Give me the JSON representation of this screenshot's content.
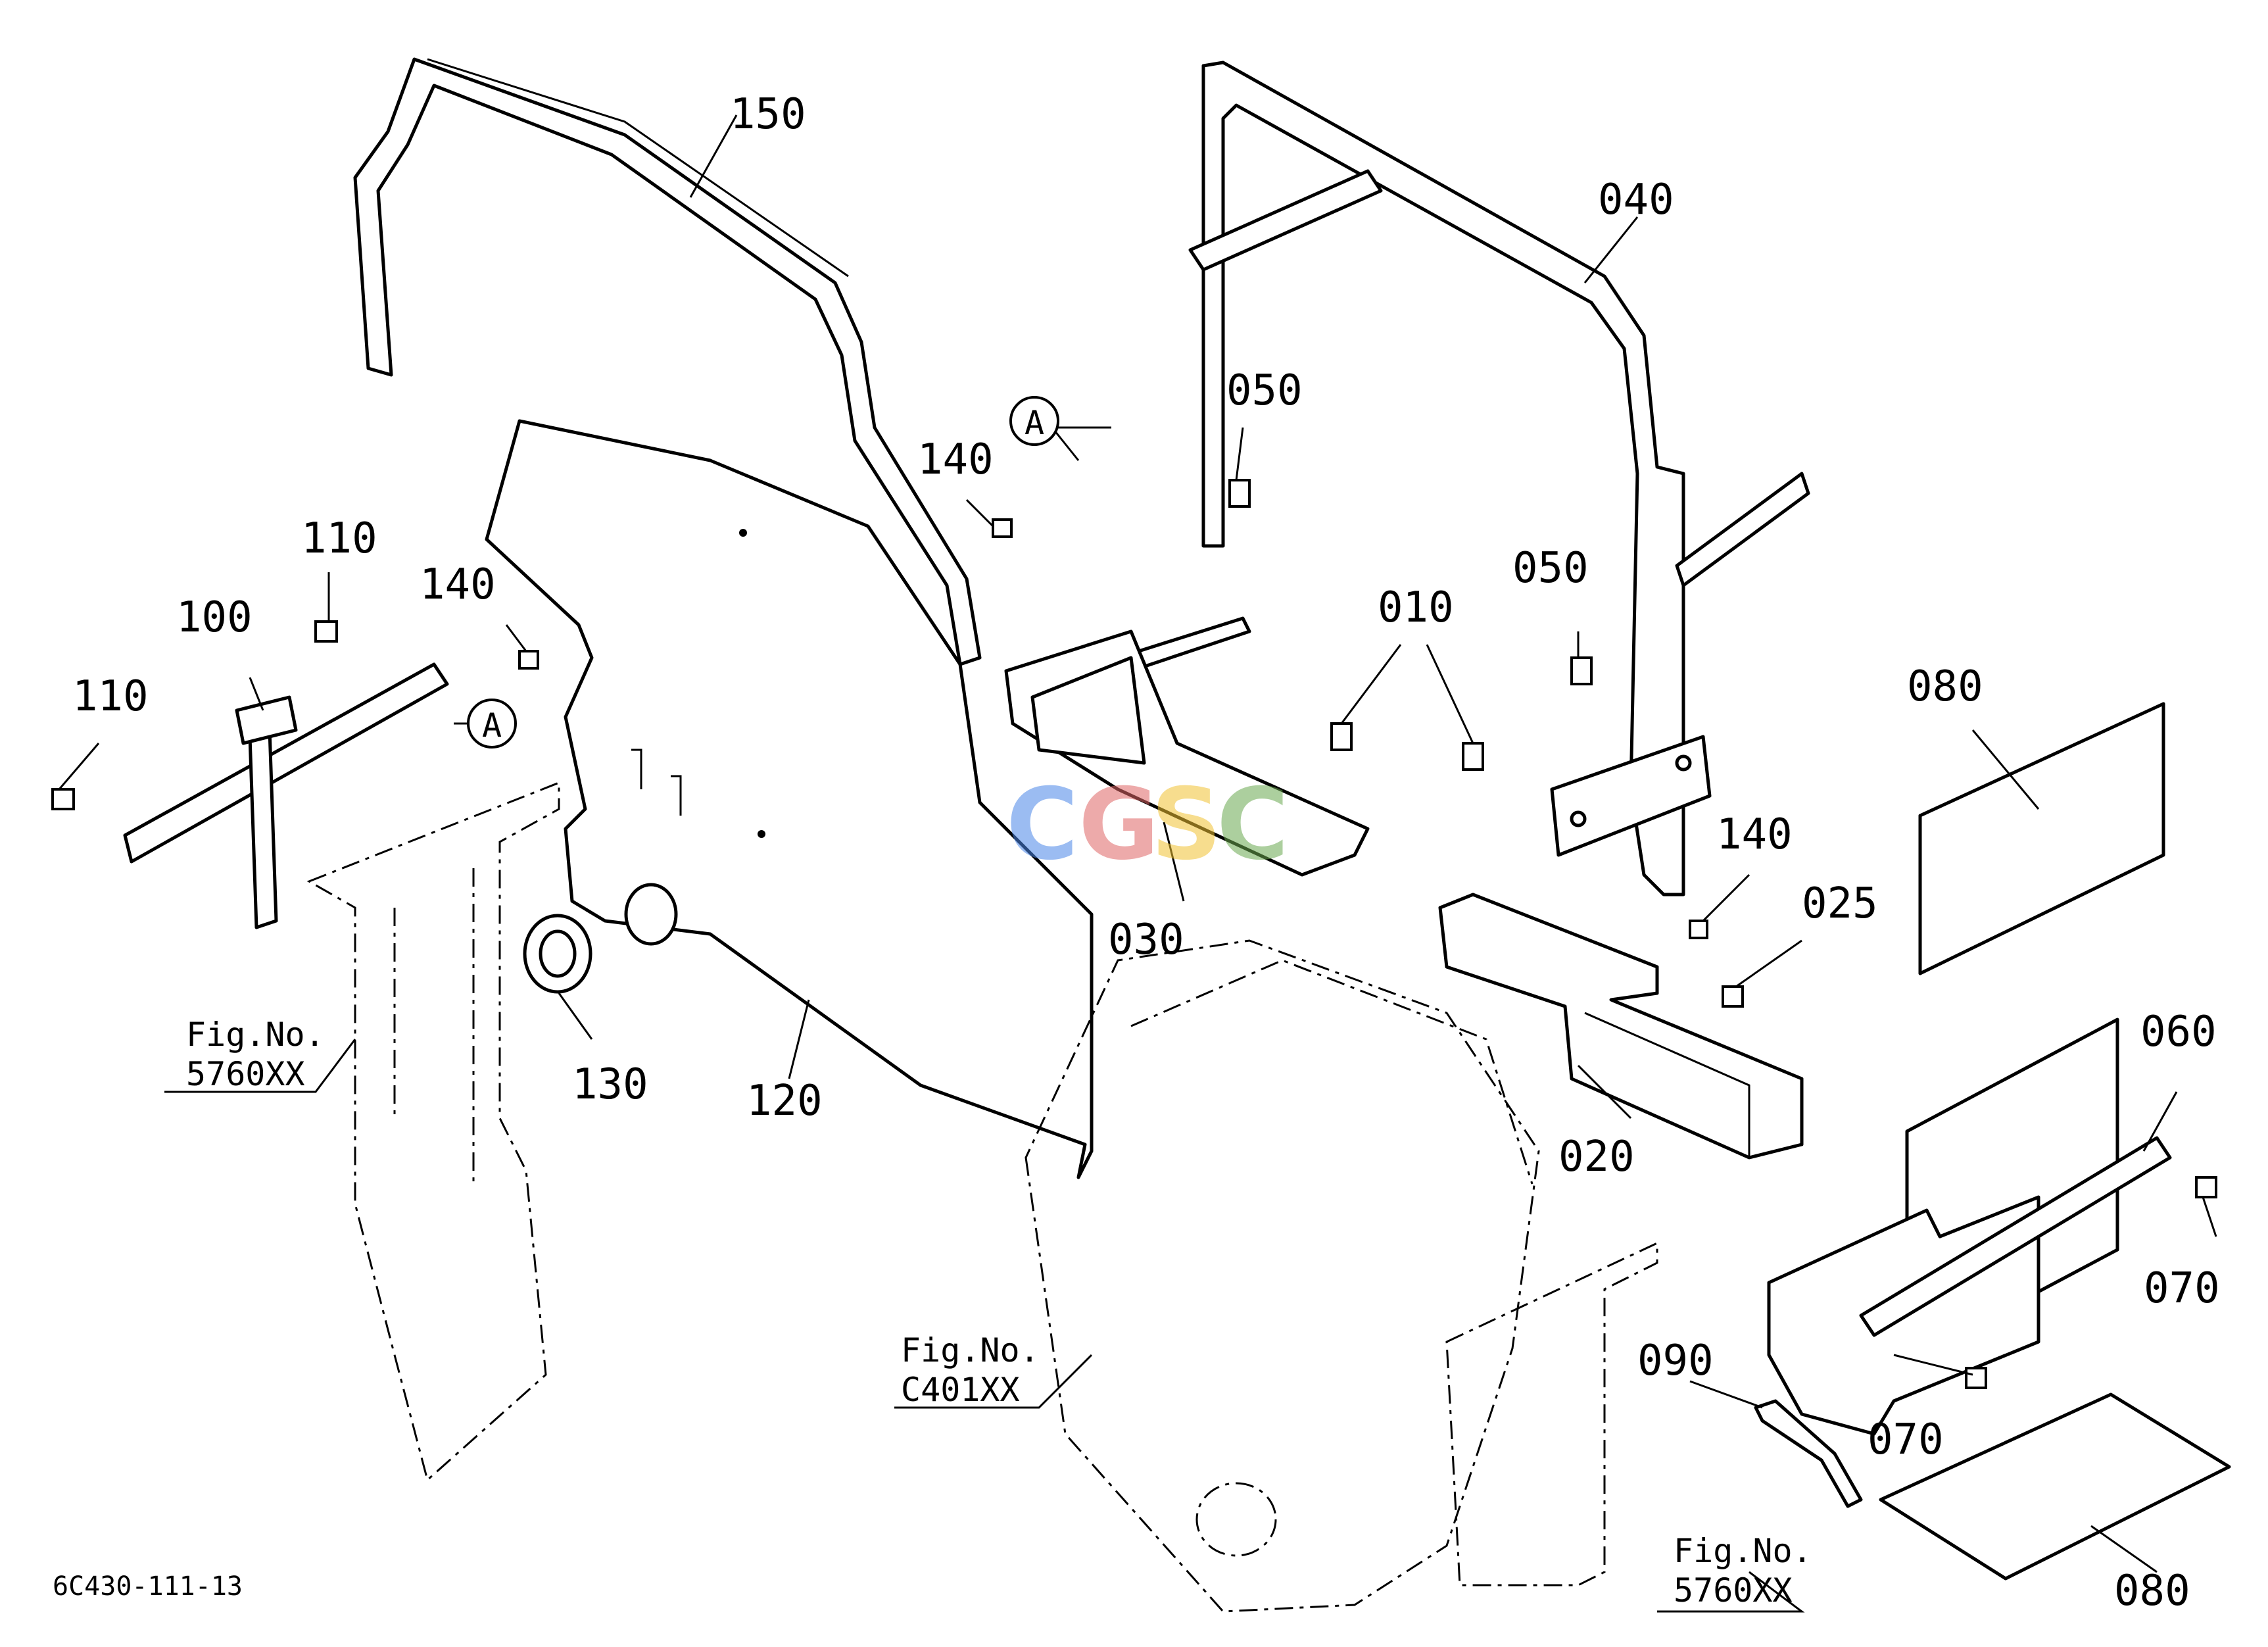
{
  "diagram": {
    "part_labels": [
      {
        "id": "150",
        "text": "150"
      },
      {
        "id": "040",
        "text": "040"
      },
      {
        "id": "050a",
        "text": "050"
      },
      {
        "id": "050b",
        "text": "050"
      },
      {
        "id": "140a",
        "text": "140"
      },
      {
        "id": "140b",
        "text": "140"
      },
      {
        "id": "140c",
        "text": "140"
      },
      {
        "id": "110a",
        "text": "110"
      },
      {
        "id": "110b",
        "text": "110"
      },
      {
        "id": "100",
        "text": "100"
      },
      {
        "id": "010",
        "text": "010"
      },
      {
        "id": "080a",
        "text": "080"
      },
      {
        "id": "080b",
        "text": "080"
      },
      {
        "id": "030",
        "text": "030"
      },
      {
        "id": "025",
        "text": "025"
      },
      {
        "id": "020",
        "text": "020"
      },
      {
        "id": "060",
        "text": "060"
      },
      {
        "id": "070a",
        "text": "070"
      },
      {
        "id": "070b",
        "text": "070"
      },
      {
        "id": "090",
        "text": "090"
      },
      {
        "id": "120",
        "text": "120"
      },
      {
        "id": "130",
        "text": "130"
      }
    ],
    "callout_A": "A",
    "fig_refs": [
      {
        "label": "Fig.No.",
        "number": "5760XX"
      },
      {
        "label": "Fig.No.",
        "number": "C401XX"
      },
      {
        "label": "Fig.No.",
        "number": "5760XX"
      }
    ],
    "drawing_code": "6C430-111-13",
    "watermark": {
      "letters": [
        "C",
        "G",
        "S",
        "C"
      ],
      "colors": [
        "#4a86e8",
        "#e06666",
        "#f1c232",
        "#6aa84f"
      ]
    }
  }
}
